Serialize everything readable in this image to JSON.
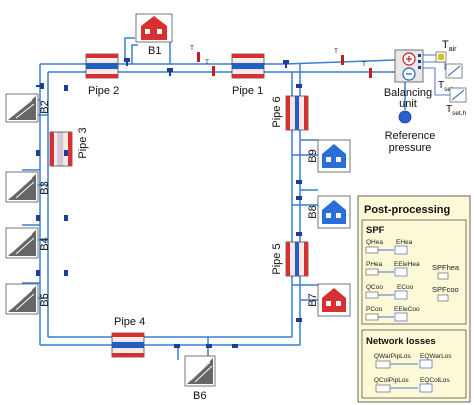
{
  "colors": {
    "pipe": "#3a7fd0",
    "pipe_hot": "#d63030",
    "pipe_cold": "#2060c0",
    "house_hot": "#d63030",
    "house_cold": "#2a6fd8",
    "panel_bg": "#fdf8d6",
    "panel_border": "#555555",
    "signal": "#2a4cd0",
    "connector": "#1a3f9a"
  },
  "pipes": {
    "p1": "Pipe 1",
    "p2": "Pipe 2",
    "p3": "Pipe 3",
    "p4": "Pipe 4",
    "p5": "Pipe 5",
    "p6": "Pipe 6"
  },
  "buildings": {
    "b1": "B1",
    "b2": "B2",
    "b3": "B3",
    "b4": "B4",
    "b5": "B5",
    "b6": "B6",
    "b7": "B7",
    "b8": "B8",
    "b9": "B9"
  },
  "balancing": {
    "label_line1": "Balancing",
    "label_line2": "unit"
  },
  "reference": {
    "label_line1": "Reference",
    "label_line2": "pressure"
  },
  "inputs": {
    "t_air": "T",
    "t_air_sub": "air",
    "t_set_c": "T",
    "t_set_c_sub": "set,c",
    "t_set_h": "T",
    "t_set_h_sub": "set,h"
  },
  "sensor_mark": "T",
  "post": {
    "title": "Post-processing",
    "spf": {
      "title": "SPF",
      "rows": [
        {
          "a": "QHea",
          "b": "EHea"
        },
        {
          "a": "PHea",
          "b": "EEleHea"
        },
        {
          "a": "QCoo",
          "b": "ECoo"
        },
        {
          "a": "PCoo",
          "b": "EEleCoo"
        }
      ],
      "out1": "SPFhea",
      "out2": "SPFcoo"
    },
    "net": {
      "title": "Network losses",
      "rows": [
        {
          "a": "QWarPipLos",
          "b": "EQWarLos"
        },
        {
          "a": "QColPipLos",
          "b": "EQColLos"
        }
      ]
    }
  }
}
